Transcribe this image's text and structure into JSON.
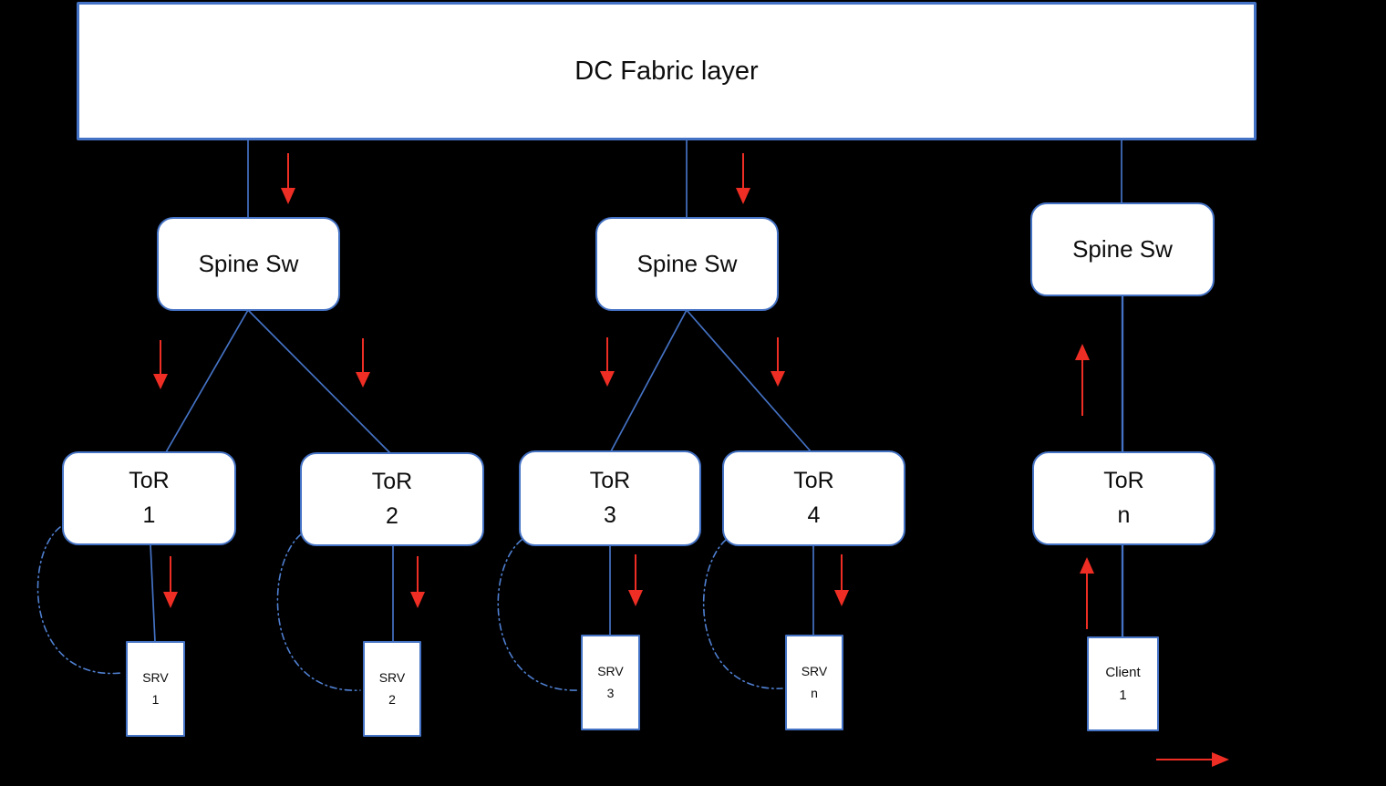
{
  "diagram": {
    "fabric": {
      "label": "DC Fabric layer"
    },
    "spines": [
      {
        "label": "Spine Sw"
      },
      {
        "label": "Spine Sw"
      },
      {
        "label": "Spine Sw"
      }
    ],
    "tors": [
      {
        "name": "ToR",
        "id": "1"
      },
      {
        "name": "ToR",
        "id": "2"
      },
      {
        "name": "ToR",
        "id": "3"
      },
      {
        "name": "ToR",
        "id": "4"
      },
      {
        "name": "ToR",
        "id": "n"
      }
    ],
    "endpoints": [
      {
        "name": "SRV",
        "id": "1"
      },
      {
        "name": "SRV",
        "id": "2"
      },
      {
        "name": "SRV",
        "id": "3"
      },
      {
        "name": "SRV",
        "id": "n"
      },
      {
        "name": "Client",
        "id": "1"
      }
    ],
    "colors": {
      "accent_blue": "#4472c4",
      "loop_arc_blue": "#4f7fd0",
      "arrow_red": "#ee2e24",
      "box_fill": "#ffffff",
      "background": "#000000"
    }
  }
}
